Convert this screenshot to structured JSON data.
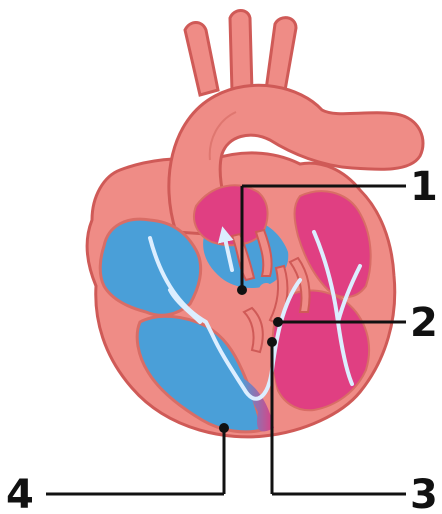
{
  "labels": {
    "l1": "1",
    "l2": "2",
    "l3": "3",
    "l4": "4"
  },
  "colors": {
    "tissue": "#ef8c86",
    "tissue_dark": "#d96d66",
    "outline": "#cf5a57",
    "deoxygenated_blue": "#4a9fd8",
    "oxygenated_pink": "#e03f82",
    "flow_arrow": "#dceeff",
    "leader_line": "#111111"
  }
}
